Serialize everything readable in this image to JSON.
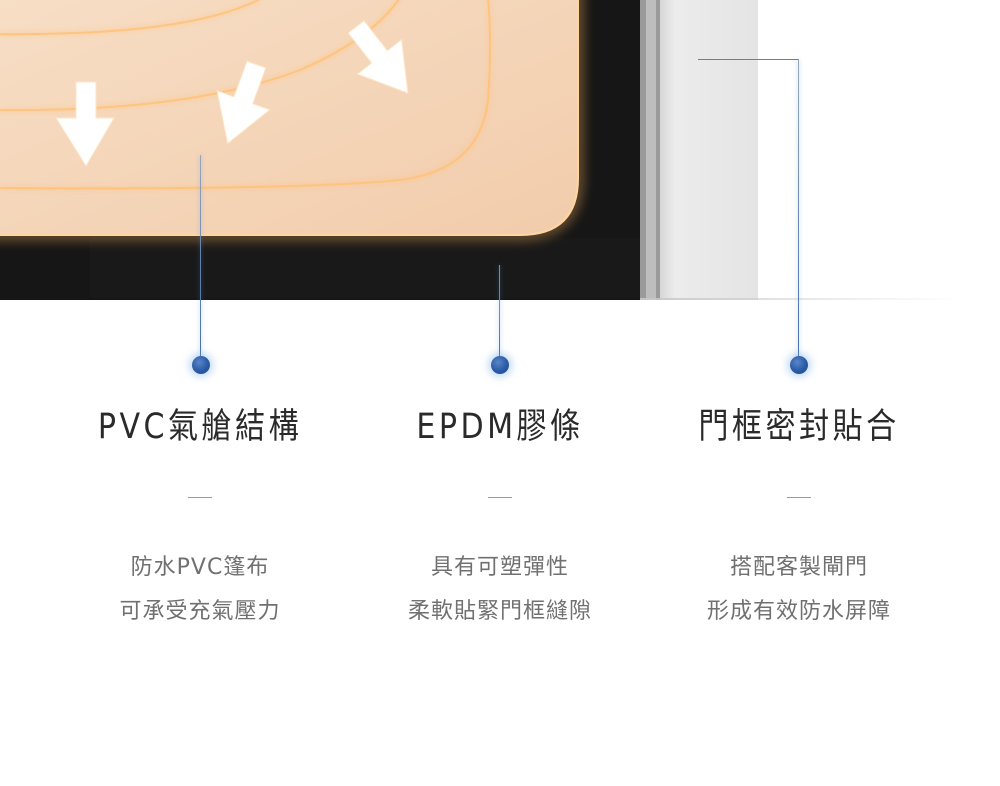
{
  "features": [
    {
      "title": "PVC氣艙結構",
      "dash": "—",
      "lines": [
        "防水PVC篷布",
        "可承受充氣壓力"
      ]
    },
    {
      "title": "EPDM膠條",
      "dash": "—",
      "lines": [
        "具有可塑彈性",
        "柔軟貼緊門框縫隙"
      ]
    },
    {
      "title": "門框密封貼合",
      "dash": "—",
      "lines": [
        "搭配客製閘門",
        "形成有效防水屏障"
      ]
    }
  ],
  "colors": {
    "airbag": "#f6d9bd",
    "glow": "#ffbe6e",
    "frame": "#181818",
    "door": "#e6e6e6",
    "dot": "#2a5aa6",
    "title": "#2a2a2a",
    "desc": "#707070"
  },
  "icons": [
    "arrow-down-icon",
    "arrow-down-left-tilt-icon",
    "arrow-down-right-tilt-icon",
    "callout-dot-icon"
  ]
}
